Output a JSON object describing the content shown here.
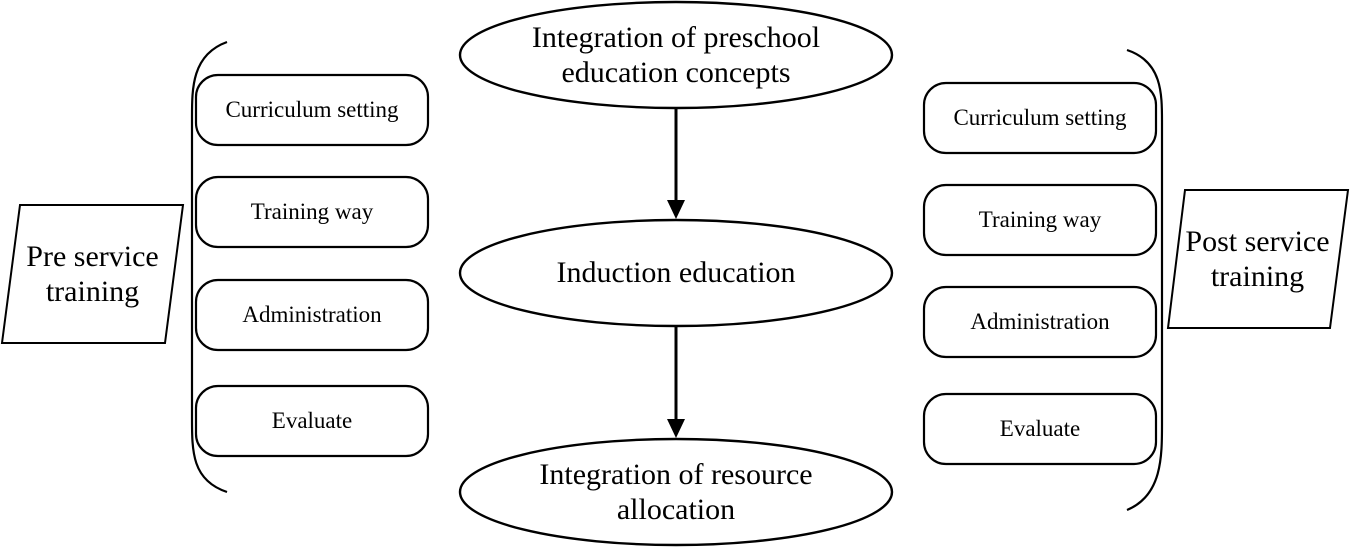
{
  "center_flow": {
    "top_ellipse": [
      "Integration of preschool",
      "education concepts"
    ],
    "middle_ellipse": [
      "Induction education"
    ],
    "bottom_ellipse": [
      "Integration of resource",
      "allocation"
    ]
  },
  "pre_service": {
    "title": [
      "Pre service",
      "training"
    ],
    "items": [
      "Curriculum setting",
      "Training way",
      "Administration",
      "Evaluate"
    ]
  },
  "post_service": {
    "title": [
      "Post service",
      "training"
    ],
    "items": [
      "Curriculum setting",
      "Training way",
      "Administration",
      "Evaluate"
    ]
  }
}
